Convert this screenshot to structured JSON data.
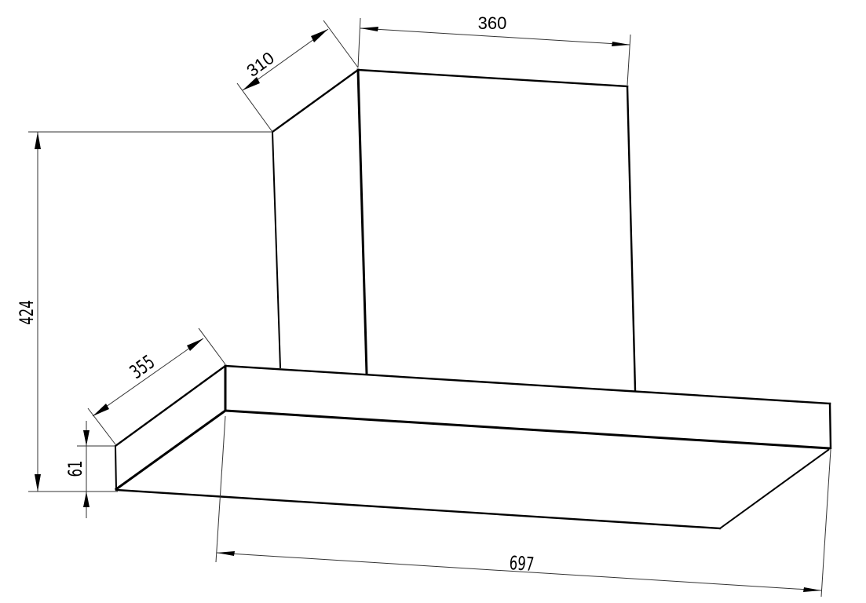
{
  "drawing": {
    "subject": "range hood dimension drawing",
    "units": "mm",
    "line_color": "#000000",
    "background": "#ffffff"
  },
  "dimensions": {
    "chimney_depth": {
      "label": "310",
      "value": 310
    },
    "chimney_width": {
      "label": "360",
      "value": 360
    },
    "total_height": {
      "label": "424",
      "value": 424
    },
    "canopy_depth": {
      "label": "355",
      "value": 355
    },
    "canopy_height": {
      "label": "61",
      "value": 61
    },
    "canopy_width": {
      "label": "697",
      "value": 697
    }
  }
}
